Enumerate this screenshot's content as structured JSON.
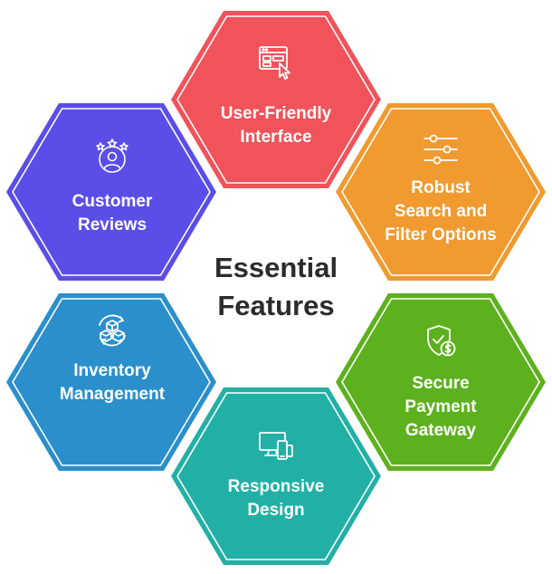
{
  "center_title": {
    "line1": "Essential",
    "line2": "Features"
  },
  "features": [
    {
      "id": "user-friendly",
      "lines": [
        "User-Friendly",
        "Interface"
      ],
      "color": "#F0535A",
      "icon": "browser-click-icon"
    },
    {
      "id": "robust-search",
      "lines": [
        "Robust",
        "Search and",
        "Filter Options"
      ],
      "color": "#F09A30",
      "icon": "sliders-icon"
    },
    {
      "id": "secure-payment",
      "lines": [
        "Secure",
        "Payment",
        "Gateway"
      ],
      "color": "#5DB11E",
      "icon": "shield-dollar-icon"
    },
    {
      "id": "responsive-design",
      "lines": [
        "Responsive",
        "Design"
      ],
      "color": "#22B0A6",
      "icon": "devices-icon"
    },
    {
      "id": "inventory-management",
      "lines": [
        "Inventory",
        "Management"
      ],
      "color": "#2B8FCB",
      "icon": "boxes-cycle-icon"
    },
    {
      "id": "customer-reviews",
      "lines": [
        "Customer",
        "Reviews"
      ],
      "color": "#5B4EE8",
      "icon": "user-stars-icon"
    }
  ]
}
